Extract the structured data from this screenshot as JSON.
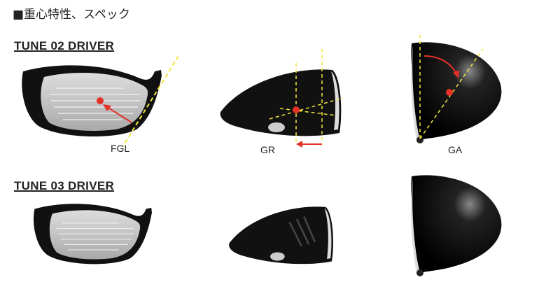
{
  "title": "■重心特性、スペック",
  "rows": [
    {
      "model": "TUNE 02 DRIVER",
      "labels": {
        "face": "FGL",
        "toe": "GR",
        "crown": "GA"
      }
    },
    {
      "model": "TUNE 03 DRIVER"
    }
  ],
  "colors": {
    "marker": "#e53228",
    "guide": "#f2e63a"
  }
}
